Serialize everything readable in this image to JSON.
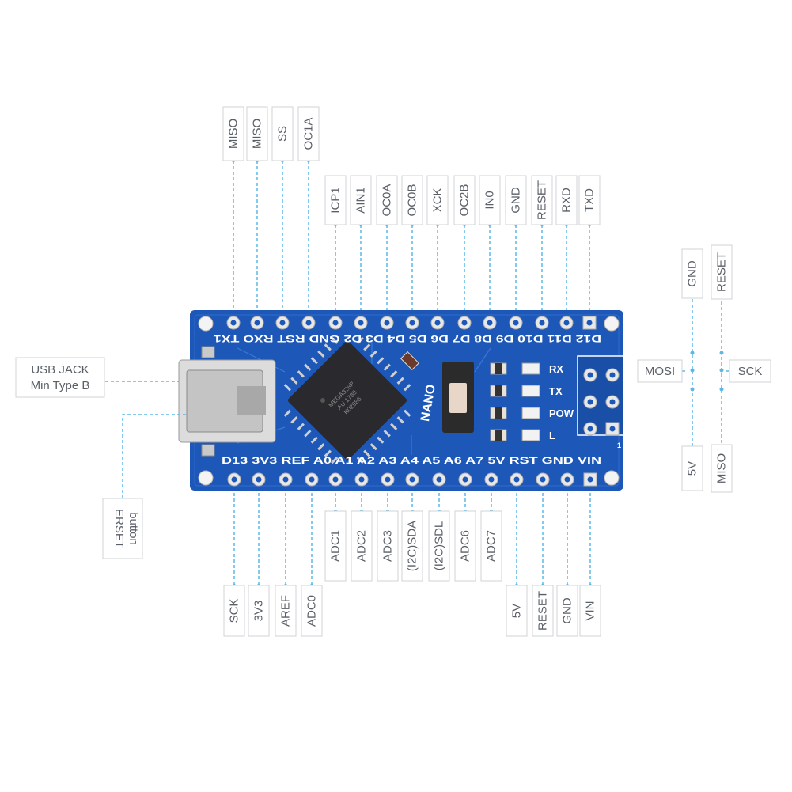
{
  "top_outer": [
    {
      "pin": "D12",
      "label": "MISO"
    },
    {
      "pin": "D11",
      "label": "MISO"
    },
    {
      "pin": "D10",
      "label": "SS"
    },
    {
      "pin": "D9",
      "label": "OC1A"
    }
  ],
  "top_inner": [
    {
      "pin": "D8",
      "label": "ICP1"
    },
    {
      "pin": "D7",
      "label": "AIN1"
    },
    {
      "pin": "D6",
      "label": "OC0A"
    },
    {
      "pin": "D5",
      "label": "OC0B"
    },
    {
      "pin": "D4",
      "label": "XCK"
    },
    {
      "pin": "D3",
      "label": "OC2B"
    },
    {
      "pin": "D2",
      "label": "IN0"
    },
    {
      "pin": "GND",
      "label": "GND"
    },
    {
      "pin": "RST",
      "label": "RESET"
    },
    {
      "pin": "RXO",
      "label": "RXD"
    },
    {
      "pin": "TX1",
      "label": "TXD"
    }
  ],
  "bottom": [
    {
      "pin": "D13",
      "label": "SCK"
    },
    {
      "pin": "3V3",
      "label": "3V3"
    },
    {
      "pin": "REF",
      "label": "AREF"
    },
    {
      "pin": "A0",
      "label": "ADC0"
    },
    {
      "pin": "A1",
      "label": "ADC1"
    },
    {
      "pin": "A2",
      "label": "ADC2"
    },
    {
      "pin": "A3",
      "label": "ADC3"
    },
    {
      "pin": "A4",
      "label": "(I2C)SDA"
    },
    {
      "pin": "A5",
      "label": "(I2C)SDL"
    },
    {
      "pin": "A6",
      "label": "ADC6"
    },
    {
      "pin": "A7",
      "label": "ADC7"
    },
    {
      "pin": "5V",
      "label": "5V"
    },
    {
      "pin": "RST",
      "label": "RESET"
    },
    {
      "pin": "GND",
      "label": "GND"
    },
    {
      "pin": "VIN",
      "label": "VIN"
    }
  ],
  "top_pin_row_text": "D12 D11 D10 D9  D8  D7  D6  D5  D4  D3  D2 GND RST RXO TX1",
  "bottom_pin_row_text": "D13 3V3 REF A0  A1  A2  A3  A4  A5  A6  A7  5V  RST GND VIN",
  "icsp": {
    "top_left": "GND",
    "top_right": "RESET",
    "left": "MOSI",
    "right": "SCK",
    "bottom_left": "5V",
    "bottom_right": "MISO"
  },
  "usb_label_line1": "USB JACK",
  "usb_label_line2": "Min Type B",
  "erset_line1": "ERSET",
  "erset_line2": "button",
  "board": {
    "nano_text": "NANO",
    "leds": [
      "RX",
      "TX",
      "POW",
      "L"
    ],
    "chip_text": [
      "MEGA328P",
      "AU 1730",
      "K02986"
    ],
    "icsp_pin1": "1"
  },
  "colors": {
    "pcb": "#1d58b8",
    "pcb_dark": "#14458f",
    "pad": "#e8e8e8",
    "dash": "#5bb8e6",
    "label": "#5a6068"
  }
}
